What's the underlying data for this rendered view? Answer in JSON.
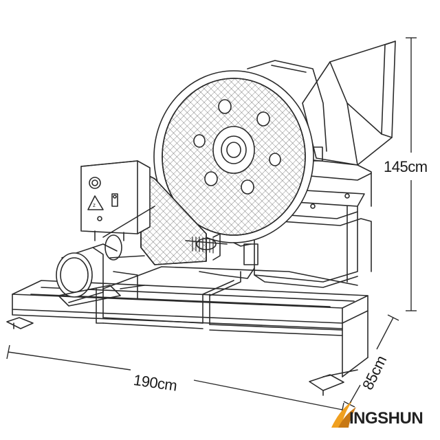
{
  "dimensions": {
    "height": "145cm",
    "length": "190cm",
    "depth": "85cm"
  },
  "brand": {
    "name": "INGSHUN",
    "accent_color": "#f0a020"
  },
  "colors": {
    "line": "#2a2a2a",
    "background": "#ffffff"
  }
}
